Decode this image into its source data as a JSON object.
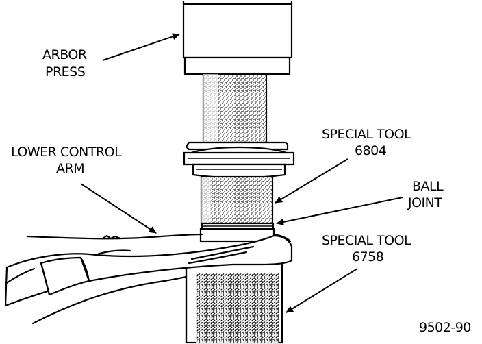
{
  "labels": {
    "arbor_press_line1": "ARBOR",
    "arbor_press_line2": "PRESS",
    "lower_control_arm_line1": "LOWER CONTROL",
    "lower_control_arm_line2": "ARM",
    "special_tool_upper_line1": "SPECIAL TOOL",
    "special_tool_upper_line2": "6804",
    "ball_joint_line1": "BALL",
    "ball_joint_line2": "JOINT",
    "special_tool_lower_line1": "SPECIAL TOOL",
    "special_tool_lower_line2": "6758",
    "figure_number": "9502-90"
  }
}
